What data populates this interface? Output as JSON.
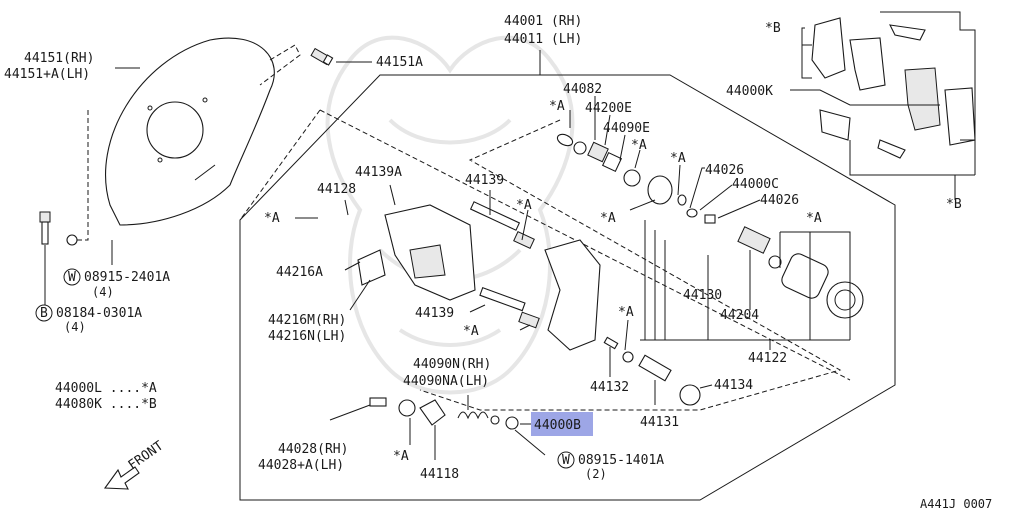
{
  "diagram_id": "A441J 0007",
  "front_label": "FRONT",
  "highlight_color": "#9da6e6",
  "labels": {
    "p44001_rh": "44001 (RH)",
    "p44011_lh": "44011 (LH)",
    "p44151_rh": "44151(RH)",
    "p44151_lh": "44151+A(LH)",
    "p44151a": "44151A",
    "p44082": "44082",
    "star_a_1": "*A",
    "p44200e": "44200E",
    "p44090e": "44090E",
    "star_a_2": "*A",
    "star_a_3": "*A",
    "p44026_a": "44026",
    "p44000c": "44000C",
    "p44026_b": "44026",
    "star_a_4": "*A",
    "star_a_5": "*A",
    "star_b_top": "*B",
    "star_b_bottom": "*B",
    "p44000k": "44000K",
    "p44139a": "44139A",
    "p44128": "44128",
    "p44139_top": "44139",
    "star_a_6": "*A",
    "star_a_7": "*A",
    "p44216a": "44216A",
    "w08915_2401a": "08915-2401A",
    "qty_4_a": "(4)",
    "b08184_0301a": "08184-0301A",
    "qty_4_b": "(4)",
    "p44130": "44130",
    "p44204": "44204",
    "p44122": "44122",
    "p44139_mid": "44139",
    "star_a_8": "*A",
    "p44216m_rh": "44216M(RH)",
    "p44216n_lh": "44216N(LH)",
    "star_a_9": "*A",
    "p44132": "44132",
    "p44090n_rh": "44090N(RH)",
    "p44090na_lh": "44090NA(LH)",
    "p44134": "44134",
    "p44000l": "44000L ....*A",
    "p44080k": "44080K ....*B",
    "p44000b": "44000B",
    "p44131": "44131",
    "p44028_rh": "44028(RH)",
    "p44028_lh": "44028+A(LH)",
    "star_a_10": "*A",
    "p44118": "44118",
    "w08915_1401a": "08915-1401A",
    "qty_2": "(2)",
    "w_symbol_1": "W",
    "b_symbol": "B",
    "w_symbol_2": "W"
  }
}
